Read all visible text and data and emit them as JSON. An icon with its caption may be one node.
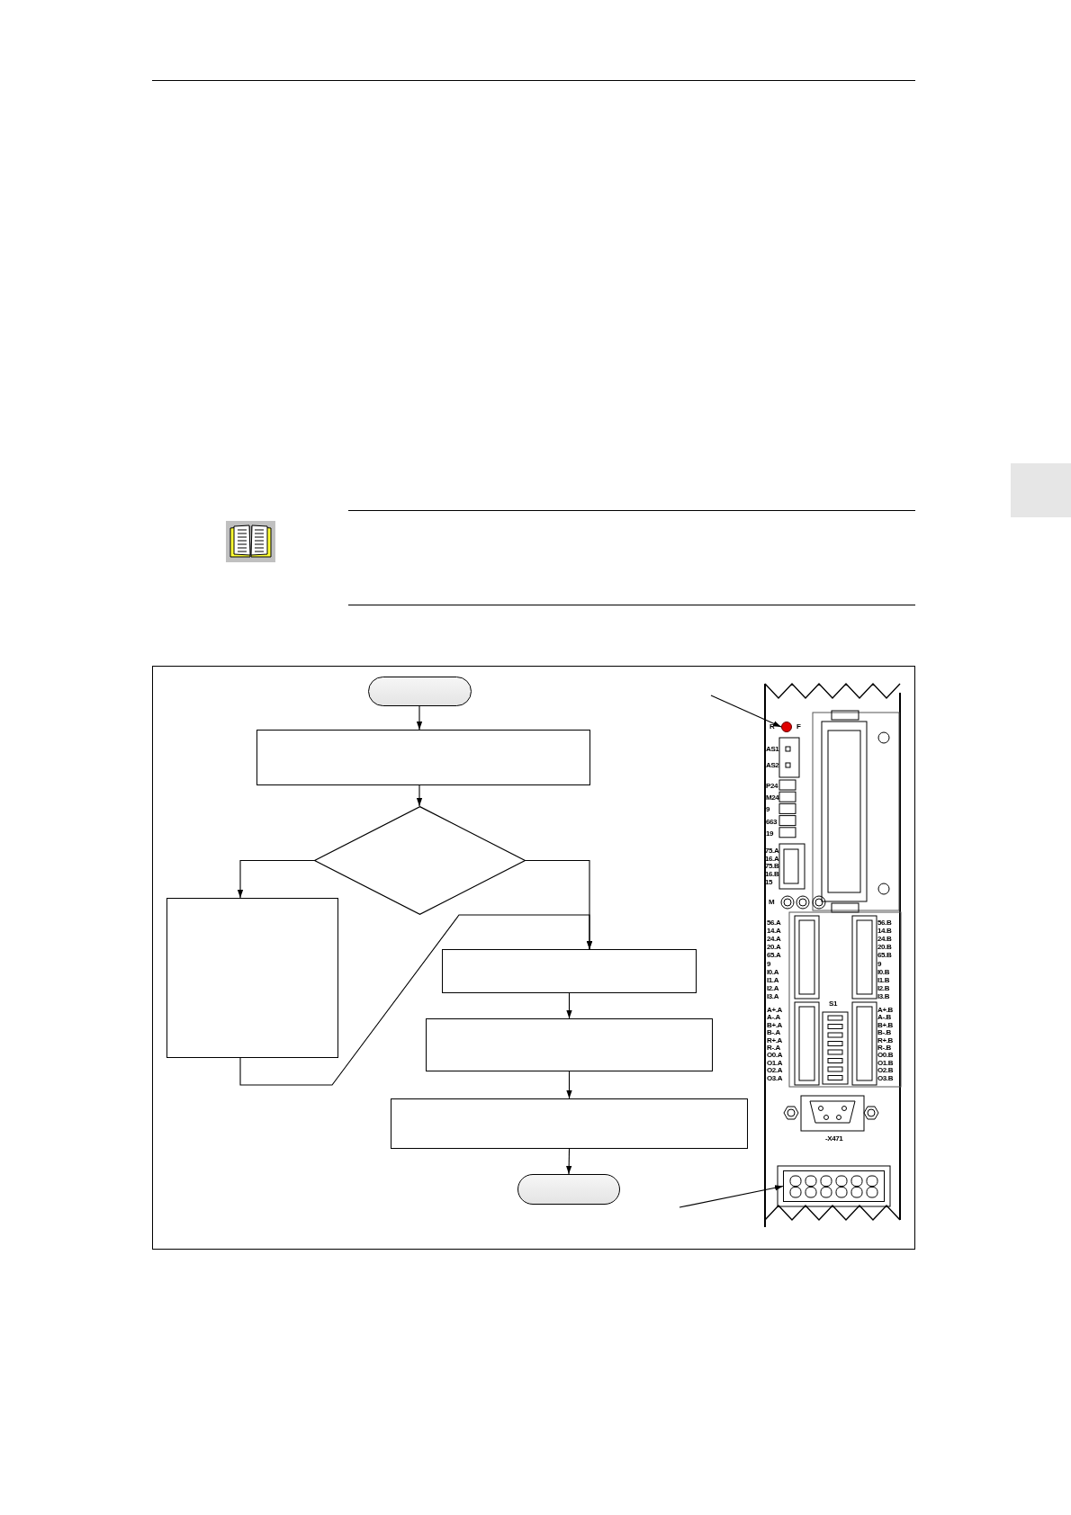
{
  "diagram": {
    "nodes": [
      {
        "text": [],
        "shape": "pill"
      },
      {
        "text": [],
        "shape": "box"
      },
      {
        "text": [],
        "shape": "diamond"
      },
      {
        "text": [],
        "shape": "box"
      },
      {
        "text": [],
        "shape": "box"
      },
      {
        "text": [],
        "shape": "box"
      },
      {
        "text": [],
        "shape": "box"
      },
      {
        "text": [],
        "shape": "pill"
      },
      {
        "text": [],
        "shape": "circle"
      },
      {
        "text": [],
        "shape": "display"
      }
    ],
    "edges": [
      {
        "from": 0,
        "to": 1,
        "arrow": "to"
      },
      {
        "from": 1,
        "to": 2,
        "arrow": "to"
      },
      {
        "from": 2,
        "to": 3,
        "arrow": "to"
      },
      {
        "from": 2,
        "to": 4,
        "arrow": "to"
      },
      {
        "from": 3,
        "to": 4,
        "arrow": "to"
      },
      {
        "from": 4,
        "to": 5,
        "arrow": "to"
      },
      {
        "from": 5,
        "to": 6,
        "arrow": "to"
      },
      {
        "from": 6,
        "to": 7,
        "arrow": "to"
      },
      {
        "from": null,
        "to": 8,
        "arrow": "to"
      },
      {
        "from": null,
        "to": 9,
        "arrow": "to"
      }
    ],
    "labels": [
      "R",
      "F",
      "AS1",
      "AS2",
      "P24",
      "M24",
      "9",
      "663",
      "19",
      "75.A",
      "16.A",
      "75.B",
      "16.B",
      "15",
      "M",
      "56.A",
      "14.A",
      "24.A",
      "20.A",
      "65.A",
      "9",
      "I0.A",
      "I1.A",
      "I2.A",
      "I3.A",
      "56.B",
      "14.B",
      "24.B",
      "20.B",
      "65.B",
      "9",
      "I0.B",
      "I1.B",
      "I2.B",
      "I3.B",
      "S1",
      "A+.A",
      "A-.A",
      "B+.A",
      "B-.A",
      "R+.A",
      "R-.A",
      "O0.A",
      "O1.A",
      "O2.A",
      "O3.A",
      "A+.B",
      "A-.B",
      "B+.B",
      "B-.B",
      "R+.B",
      "R-.B",
      "O0.B",
      "O1.B",
      "O2.B",
      "O3.B",
      "-X471"
    ]
  }
}
